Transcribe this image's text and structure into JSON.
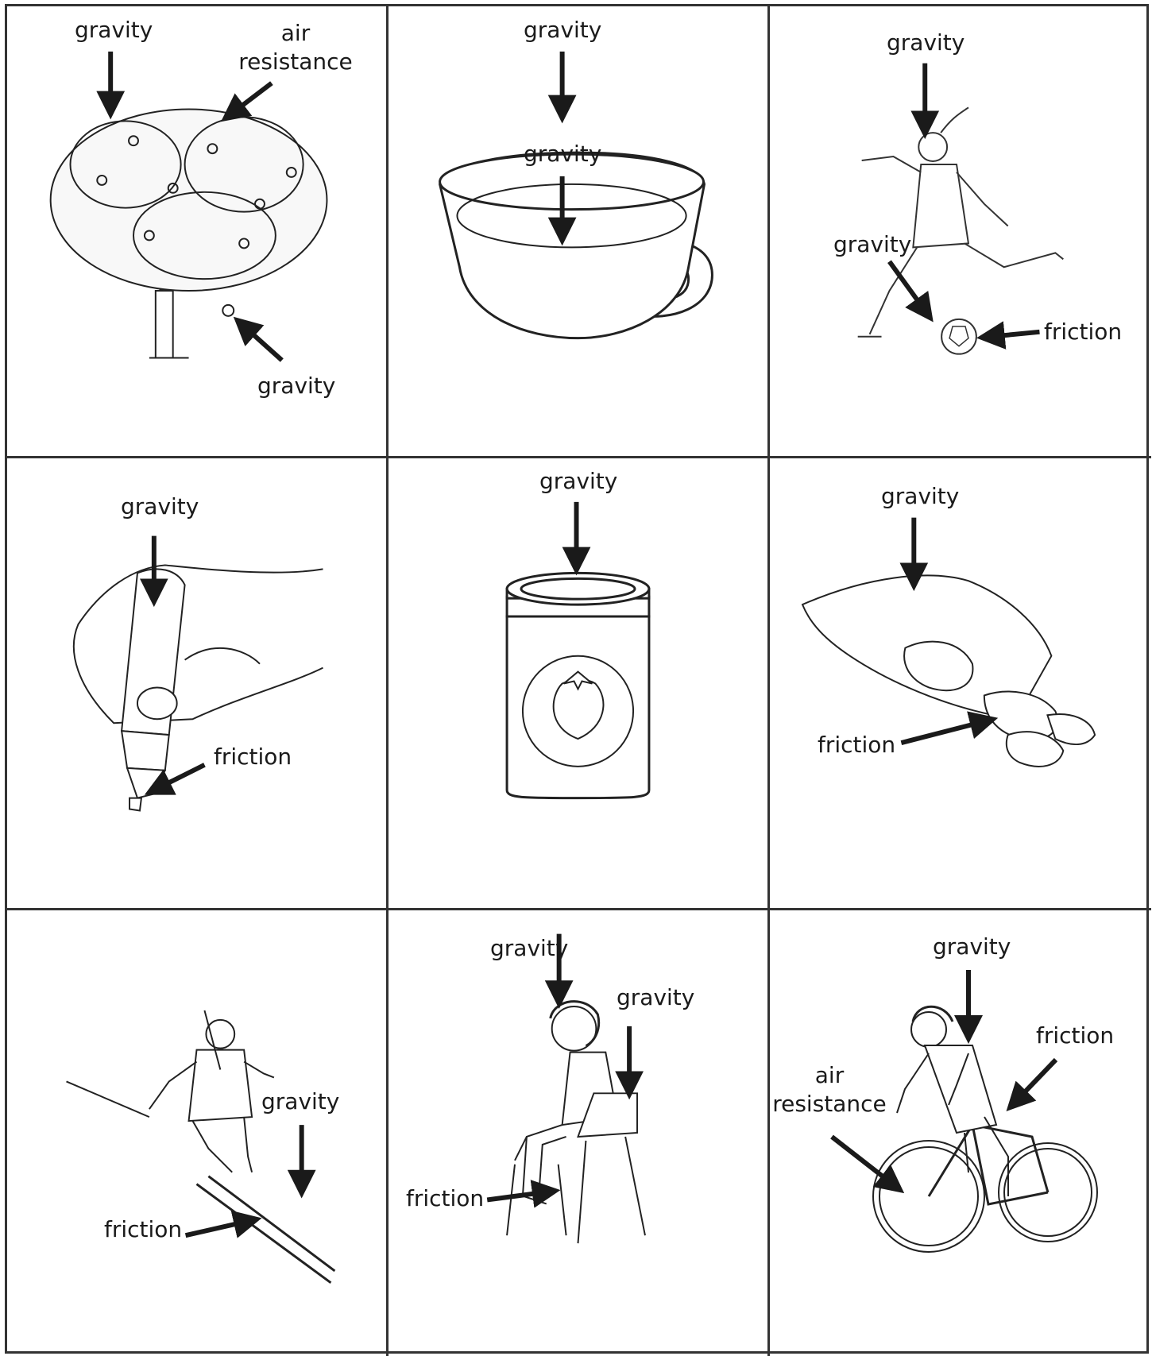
{
  "cells": [
    {
      "labels": [
        "gravity",
        "air resistance",
        "gravity"
      ]
    },
    {
      "labels": [
        "gravity",
        "gravity"
      ]
    },
    {
      "labels": [
        "gravity",
        "gravity",
        "friction"
      ]
    },
    {
      "labels": [
        "gravity",
        "friction"
      ]
    },
    {
      "labels": [
        "gravity"
      ]
    },
    {
      "labels": [
        "gravity",
        "friction"
      ]
    },
    {
      "labels": [
        "gravity",
        "friction"
      ]
    },
    {
      "labels": [
        "gravity",
        "gravity",
        "friction"
      ]
    },
    {
      "labels": [
        "gravity",
        "friction",
        "air resistance"
      ]
    }
  ]
}
